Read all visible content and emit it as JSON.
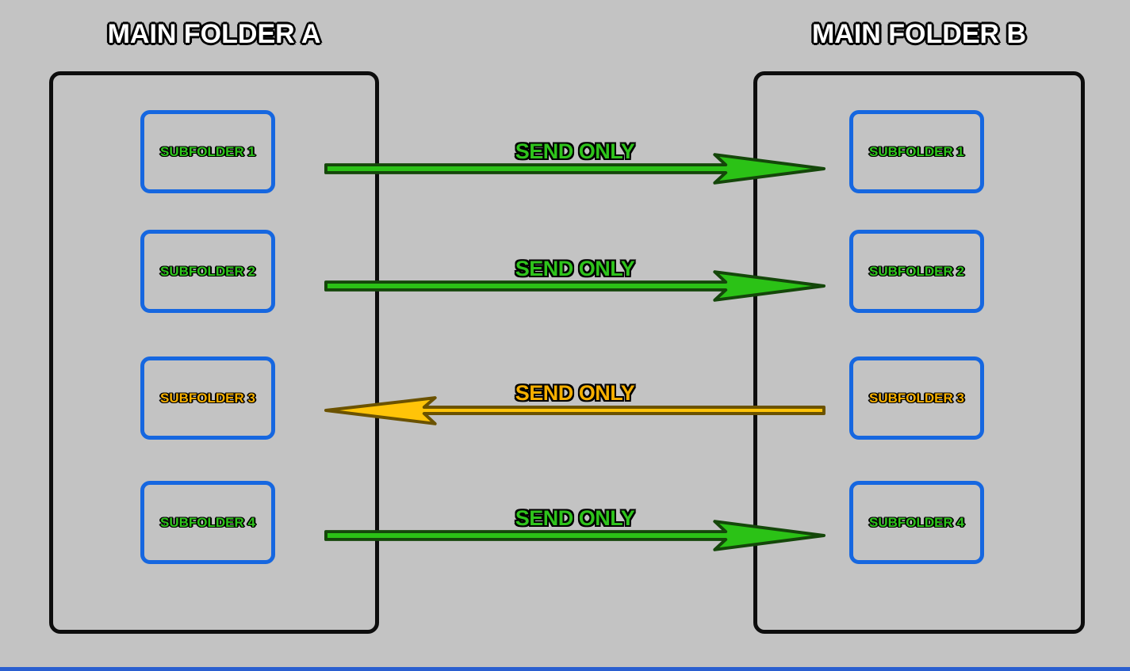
{
  "diagram": {
    "background_color": "#c3c3c3",
    "bottom_strip_color": "#2a5fd0"
  },
  "folderA": {
    "title": "MAIN FOLDER A",
    "subfolders": [
      {
        "label": "SUBFOLDER 1",
        "label_color": "green"
      },
      {
        "label": "SUBFOLDER 2",
        "label_color": "green"
      },
      {
        "label": "SUBFOLDER 3",
        "label_color": "orange"
      },
      {
        "label": "SUBFOLDER 4",
        "label_color": "green"
      }
    ]
  },
  "folderB": {
    "title": "MAIN FOLDER B",
    "subfolders": [
      {
        "label": "SUBFOLDER 1",
        "label_color": "green"
      },
      {
        "label": "SUBFOLDER 2",
        "label_color": "green"
      },
      {
        "label": "SUBFOLDER 3",
        "label_color": "orange"
      },
      {
        "label": "SUBFOLDER 4",
        "label_color": "green"
      }
    ]
  },
  "links": [
    {
      "label": "SEND ONLY",
      "from": "A",
      "to": "B",
      "direction": "right",
      "color": "green"
    },
    {
      "label": "SEND ONLY",
      "from": "A",
      "to": "B",
      "direction": "right",
      "color": "green"
    },
    {
      "label": "SEND ONLY",
      "from": "B",
      "to": "A",
      "direction": "left",
      "color": "yellow"
    },
    {
      "label": "SEND ONLY",
      "from": "A",
      "to": "B",
      "direction": "right",
      "color": "green"
    }
  ],
  "colors": {
    "arrow_green_fill": "#2bc216",
    "arrow_green_stroke": "#14470a",
    "arrow_yellow_fill": "#ffc408",
    "arrow_yellow_stroke": "#6b5200",
    "label_green": "#2fc41c",
    "label_yellow": "#f5af00",
    "subfolder_border": "#1667e0",
    "main_folder_border": "#0d0d0d",
    "title_color": "#ffffff"
  }
}
